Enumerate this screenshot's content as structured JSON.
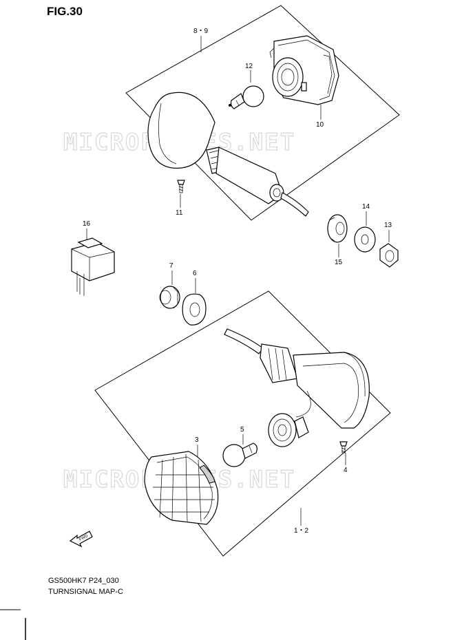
{
  "figure_title": "FIG.30",
  "watermark": "MICROFICHES.NET",
  "callouts": {
    "c89": "8・9",
    "c12": "12",
    "c10": "10",
    "c11": "11",
    "c14": "14",
    "c13": "13",
    "c15": "15",
    "c16": "16",
    "c7": "7",
    "c6": "6",
    "c3": "3",
    "c5": "5",
    "c4": "4",
    "c12b": "1・2"
  },
  "direction_marker": "FWD",
  "footer": {
    "model_code": "GS500HK7 P24_030",
    "section_name": "TURNSIGNAL MAP-C"
  }
}
